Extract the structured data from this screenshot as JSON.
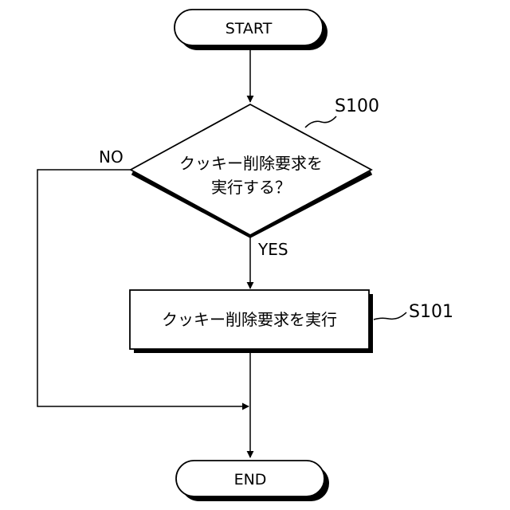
{
  "start_label": "START",
  "end_label": "END",
  "decision": {
    "ref": "S100",
    "line1": "クッキー削除要求を",
    "line2": "実行する？",
    "yes_label": "YES",
    "no_label": "NO"
  },
  "process": {
    "ref": "S101",
    "text": "クッキー削除要求を実行"
  }
}
